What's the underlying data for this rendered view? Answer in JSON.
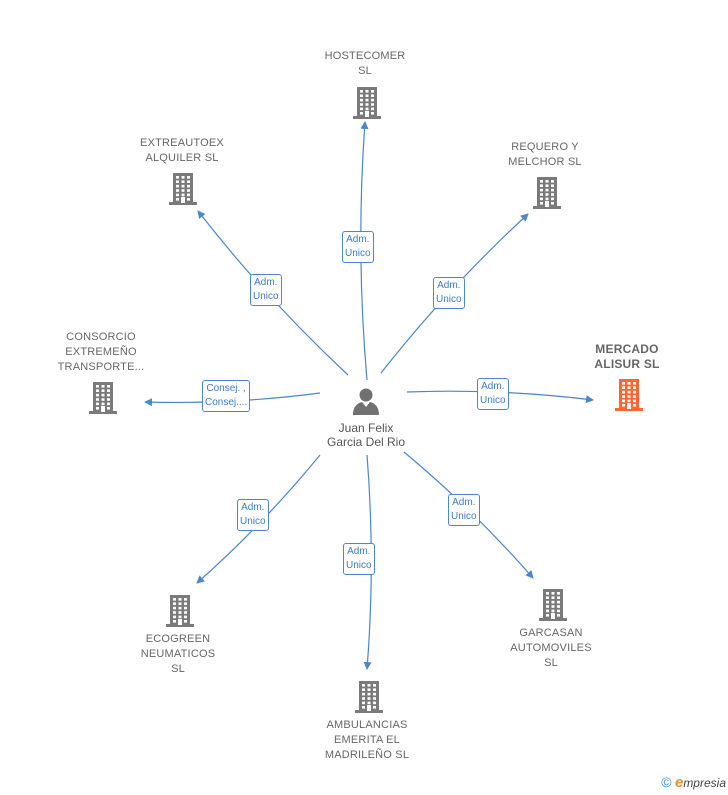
{
  "colors": {
    "edge": "#4a86d2",
    "building": "#7a7a7a",
    "highlight": "#ff6633",
    "person": "#707070"
  },
  "center": {
    "name_lines": [
      "Juan Felix",
      "Garcia Del Rio"
    ],
    "icon": "person-icon"
  },
  "companies": [
    {
      "id": "hostecomer",
      "lines": [
        "HOSTECOMER",
        "SL"
      ],
      "role_lines": [
        "Adm.",
        "Unico"
      ],
      "highlight": false
    },
    {
      "id": "requero",
      "lines": [
        "REQUERO Y",
        "MELCHOR  SL"
      ],
      "role_lines": [
        "Adm.",
        "Unico"
      ],
      "highlight": false
    },
    {
      "id": "mercado",
      "lines": [
        "MERCADO",
        "ALISUR  SL"
      ],
      "role_lines": [
        "Adm.",
        "Unico"
      ],
      "highlight": true
    },
    {
      "id": "garcasan",
      "lines": [
        "GARCASAN",
        "AUTOMOVILES",
        "SL"
      ],
      "role_lines": [
        "Adm.",
        "Unico"
      ],
      "highlight": false
    },
    {
      "id": "ambulancias",
      "lines": [
        "AMBULANCIAS",
        "EMERITA EL",
        "MADRILEÑO SL"
      ],
      "role_lines": [
        "Adm.",
        "Unico"
      ],
      "highlight": false
    },
    {
      "id": "ecogreen",
      "lines": [
        "ECOGREEN",
        "NEUMATICOS",
        "SL"
      ],
      "role_lines": [
        "Adm.",
        "Unico"
      ],
      "highlight": false
    },
    {
      "id": "consorcio",
      "lines": [
        "CONSORCIO",
        "EXTREMEÑO",
        "TRANSPORTE..."
      ],
      "role_lines": [
        "Consej. ,",
        "Consej...."
      ],
      "highlight": false
    },
    {
      "id": "extreautoex",
      "lines": [
        "EXTREAUTOEX",
        "ALQUILER  SL"
      ],
      "role_lines": [
        "Adm.",
        "Unico"
      ],
      "highlight": false
    }
  ],
  "footer": {
    "copyright": "©",
    "brand_initial": "e",
    "brand_rest": "mpresia"
  }
}
